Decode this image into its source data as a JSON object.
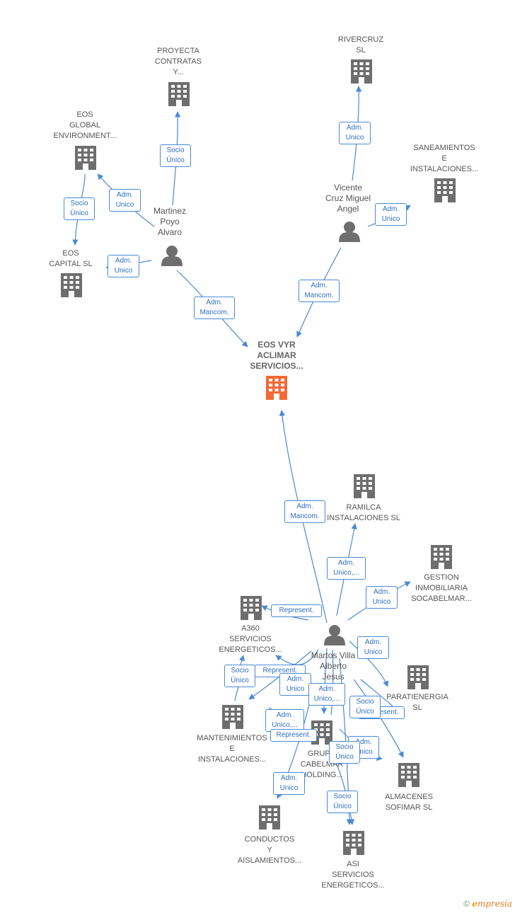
{
  "colors": {
    "edge": "#4a8ad4",
    "building": "#6e6e6e",
    "main_building": "#f26a35",
    "person": "#6e6e6e"
  },
  "nodes": {
    "proyecta": {
      "lines": [
        "PROYECTA",
        "CONTRATAS",
        "Y..."
      ]
    },
    "eos_global": {
      "lines": [
        "EOS",
        "GLOBAL",
        "ENVIRONMENT..."
      ]
    },
    "eos_capital": {
      "lines": [
        "EOS",
        "CAPITAL  SL"
      ]
    },
    "martinez": {
      "lines": [
        "Martinez",
        "Poyo",
        "Alvaro"
      ]
    },
    "rivercruz": {
      "lines": [
        "RIVERCRUZ",
        "SL"
      ]
    },
    "saneamientos": {
      "lines": [
        "SANEAMIENTOS",
        "E",
        "INSTALACIONES..."
      ]
    },
    "vicente": {
      "lines": [
        "Vicente",
        "Cruz Miguel",
        "Angel"
      ]
    },
    "eos_vyr": {
      "lines": [
        "EOS VYR",
        "ACLIMAR",
        "SERVICIOS..."
      ]
    },
    "ramilca": {
      "lines": [
        "RAMILCA",
        "INSTALACIONES SL"
      ]
    },
    "gestion": {
      "lines": [
        "GESTION",
        "INMOBILIARIA",
        "SOCABELMAR..."
      ]
    },
    "a360": {
      "lines": [
        "A360",
        "SERVICIOS",
        "ENERGETICOS..."
      ]
    },
    "martos": {
      "lines": [
        "Martos Villa",
        "Alberto",
        "Jesus"
      ]
    },
    "paratienergia": {
      "lines": [
        "PARATIENERGIA",
        "SL"
      ]
    },
    "mantenimientos": {
      "lines": [
        "MANTENIMIENTOS",
        "E",
        "INSTALACIONES..."
      ]
    },
    "grupo": {
      "lines": [
        "GRUPO",
        "CABELMAR",
        "HOLDING..."
      ]
    },
    "almacenes": {
      "lines": [
        "ALMACENES",
        "SOFIMAR  SL"
      ]
    },
    "conductos": {
      "lines": [
        "CONDUCTOS",
        "Y",
        "AISLAMIENTOS..."
      ]
    },
    "asi": {
      "lines": [
        "ASI",
        "SERVICIOS",
        "ENERGETICOS..."
      ]
    }
  },
  "edge_labels": {
    "socio_unico_proyecta": [
      "Socio",
      "Único"
    ],
    "adm_unico_eosglobal": [
      "Adm.",
      "Unico"
    ],
    "socio_unico_eoscapital_top": [
      "Socio",
      "Único"
    ],
    "adm_unico_eoscapital": [
      "Adm.",
      "Unico"
    ],
    "adm_mancom_martinez": [
      "Adm.",
      "Mancom."
    ],
    "adm_unico_rivercruz": [
      "Adm.",
      "Unico"
    ],
    "adm_unico_saneamientos": [
      "Adm.",
      "Unico"
    ],
    "adm_mancom_vicente": [
      "Adm.",
      "Mancom."
    ],
    "adm_mancom_martos": [
      "Adm.",
      "Mancom."
    ],
    "adm_unico_ramilca": [
      "Adm.",
      "Unico,..."
    ],
    "adm_unico_gestion": [
      "Adm.",
      "Unico"
    ],
    "represent_a360": [
      "Represent."
    ],
    "adm_unico_paratienergia": [
      "Adm.",
      "Unico"
    ],
    "socio_unico_a360": [
      "Socio",
      "Único"
    ],
    "represent_mant": [
      "Represent."
    ],
    "adm_unico_mant": [
      "Adm.",
      "Unico"
    ],
    "adm_unico_grupo": [
      "Adm.",
      "Unico,..."
    ],
    "socio_unico_para": [
      "Socio",
      "Único"
    ],
    "represent_para": [
      "Represent."
    ],
    "adm_unico_mant2": [
      "Adm.",
      "Unico,..."
    ],
    "represent_grupo": [
      "Represent."
    ],
    "socio_unico_grupo": [
      "Socio",
      "Único"
    ],
    "adm_unico_almacenes": [
      "Adm.",
      "Unico"
    ],
    "adm_unico_conductos": [
      "Adm.",
      "Unico"
    ],
    "socio_unico_asi": [
      "Socio",
      "Único"
    ]
  },
  "footer": {
    "copyright": "©",
    "brand_initial": "e",
    "brand_rest": "mpresia"
  }
}
